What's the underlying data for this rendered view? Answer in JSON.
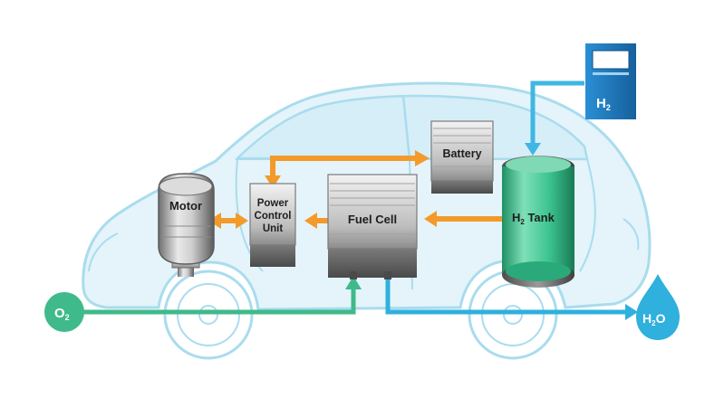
{
  "colors": {
    "car_outline": "#a9dcee",
    "car_fill": "#e4f4fa",
    "electric": "#f39a2b",
    "hydrogen": "#3fb7e2",
    "oxygen": "#3fba8a",
    "water": "#2fb0dd",
    "station": "#1b7cc1",
    "tank": "#2dbd86"
  },
  "labels": {
    "motor": "Motor",
    "pcu_line1": "Power",
    "pcu_line2": "Control",
    "pcu_line3": "Unit",
    "fuel_cell": "Fuel Cell",
    "battery": "Battery",
    "tank_main": "H",
    "tank_sub": "2",
    "tank_suffix": " Tank",
    "station_main": "H",
    "station_sub": "2",
    "o2_main": "O",
    "o2_sub": "2",
    "h2o_main": "H",
    "h2o_sub": "2",
    "h2o_suffix": "O"
  }
}
